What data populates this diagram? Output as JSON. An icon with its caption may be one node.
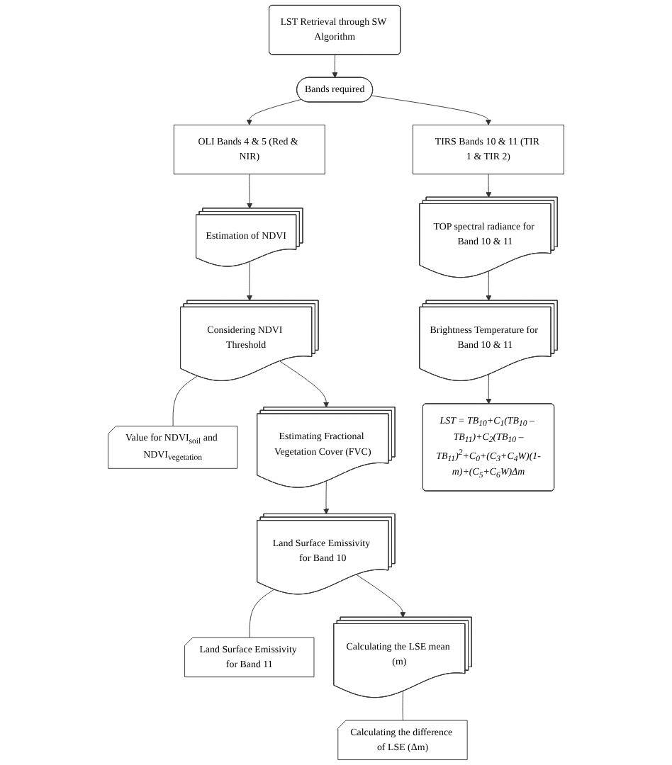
{
  "diagram": {
    "nodes": [
      {
        "text": [
          "LST Retrieval through SW Algorithm"
        ]
      },
      {
        "text": [
          "Bands required"
        ]
      },
      {
        "text": [
          "OLI Bands 4 & 5 (Red & NIR)"
        ]
      },
      {
        "text": [
          "TIRS Bands 10 & 11 (TIR 1 & TIR 2)"
        ]
      },
      {
        "text": [
          "Estimation of NDVI"
        ]
      },
      {
        "text": [
          "TOP spectral radiance for Band 10 & 11"
        ]
      },
      {
        "text": [
          "Considering NDVI Threshold"
        ]
      },
      {
        "text": [
          "Value for NDVI$_{soil}$ and NDVI$_{vegetation}$"
        ]
      },
      {
        "text": [
          "Estimating Fractional Vegetation Cover (FVC)"
        ]
      },
      {
        "text": [
          "Brightness Temperature for Band 10 & 11"
        ]
      },
      {
        "text": [
          "Land Surface Emissivity for Band 10"
        ]
      },
      {
        "text": [
          "Land Surface Emissivity for Band 11"
        ]
      },
      {
        "text": [
          "Calculating the LSE mean (m)"
        ]
      },
      {
        "text": [
          "Calculating the difference of LSE (Δm)"
        ]
      },
      {
        "text": [
          "LST = TB$_{10}$+C$_{1}$(TB$_{10}$ – TB$_{11}$)+C$_{2}$(TB$_{10}$ –TB$_{11}$)$^{2}$+C$_{0}$+(C$_{3}$+C$_{4}$W)(1-m)+(C$_{5}$+C$_{6}$W)Δm"
        ]
      }
    ],
    "edges": [
      {
        "from": 0,
        "to": 1,
        "arrow": "to"
      },
      {
        "from": 1,
        "to": 2,
        "arrow": "to"
      },
      {
        "from": 1,
        "to": 3,
        "arrow": "to"
      },
      {
        "from": 2,
        "to": 4,
        "arrow": "to"
      },
      {
        "from": 3,
        "to": 5,
        "arrow": "to"
      },
      {
        "from": 4,
        "to": 6,
        "arrow": "to"
      },
      {
        "from": 6,
        "to": 7,
        "arrow": "none"
      },
      {
        "from": 6,
        "to": 8,
        "arrow": "to"
      },
      {
        "from": 5,
        "to": 9,
        "arrow": "to"
      },
      {
        "from": 8,
        "to": 10,
        "arrow": "to"
      },
      {
        "from": 10,
        "to": 11,
        "arrow": "none"
      },
      {
        "from": 10,
        "to": 12,
        "arrow": "to"
      },
      {
        "from": 12,
        "to": 13,
        "arrow": "none"
      },
      {
        "from": 9,
        "to": 14,
        "arrow": "to"
      }
    ]
  }
}
